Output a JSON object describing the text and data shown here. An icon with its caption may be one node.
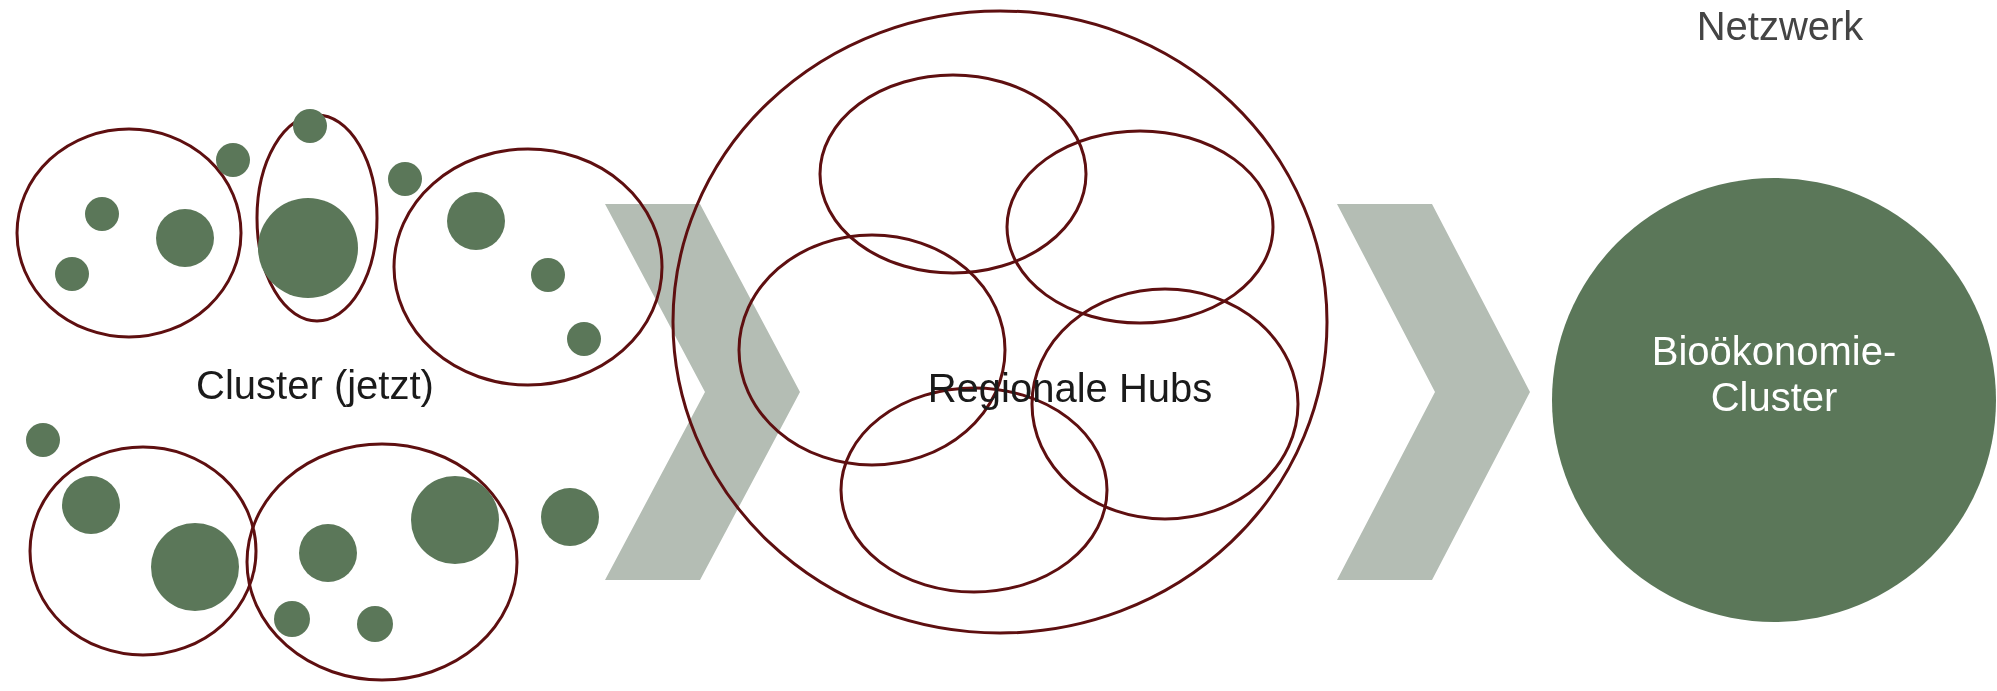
{
  "diagram": {
    "nodes": [
      {
        "text": [
          "Cluster (jetzt)"
        ]
      },
      {
        "text": [
          "Regionale Hubs"
        ]
      },
      {
        "text": [
          "Bioökonomie-Cluster"
        ]
      }
    ],
    "edges": [
      {
        "from": 0,
        "to": 1,
        "arrow": "to"
      },
      {
        "from": 1,
        "to": 2,
        "arrow": "to"
      }
    ],
    "labels": [
      "Netzwerk"
    ]
  }
}
